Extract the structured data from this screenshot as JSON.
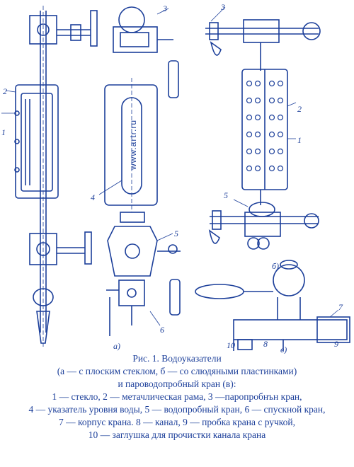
{
  "figure": {
    "watermark": "www.artr.ru",
    "part_labels": {
      "p1a": "1",
      "p2a": "2",
      "p3": "3",
      "p4": "4",
      "p5": "5",
      "p6": "6",
      "p3b": "3",
      "p2b": "2",
      "p1b": "1",
      "p5b": "5",
      "p7": "7",
      "p8": "8",
      "p9": "9",
      "p10": "10"
    },
    "subfig_labels": {
      "a": "а)",
      "b": "б)",
      "c": "в)"
    }
  },
  "caption": {
    "title": "Рис. 1. Водоуказатели",
    "line2": "(а — с плоским стеклом, б — со слюдяными пластинками)",
    "line3": "и пароводопробный кран (в):",
    "line4": "1 — стекло, 2 — метачлическая рама, 3 —паропробнън кран,",
    "line5": "4 — указатель уровня воды, 5 — водопробный кран, 6 — спускной кран,",
    "line6": "7 — корпус крана. 8 — канал, 9 — пробка крана с ручкой,",
    "line7": "10 — заглушка для прочистки канала крана"
  },
  "colors": {
    "ink": "#1c3f9a",
    "paper": "#ffffff"
  }
}
